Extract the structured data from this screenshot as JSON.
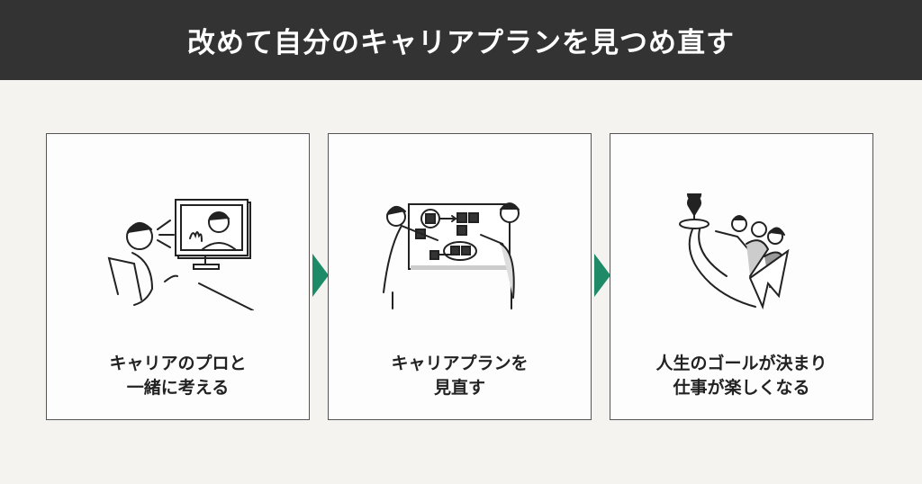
{
  "header": {
    "title": "改めて自分のキャリアプランを見つめ直す"
  },
  "colors": {
    "header_bg": "#333333",
    "page_bg": "#f4f3f0",
    "arrow": "#1e8a68",
    "card_border": "#555555"
  },
  "steps": [
    {
      "line1": "キャリアのプロと",
      "line2": "一緒に考える",
      "icon": "video-call-illustration"
    },
    {
      "line1": "キャリアプランを",
      "line2": "見直す",
      "icon": "whiteboard-planning-illustration"
    },
    {
      "line1": "人生のゴールが決まり",
      "line2": "仕事が楽しくなる",
      "icon": "goal-journey-illustration"
    }
  ],
  "arrows": [
    {
      "icon": "chevron-right-icon"
    },
    {
      "icon": "chevron-right-icon"
    }
  ]
}
